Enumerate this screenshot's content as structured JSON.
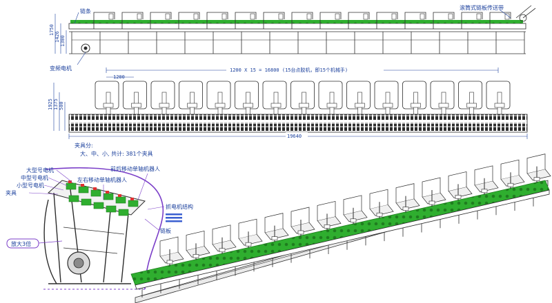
{
  "elevation": {
    "chain_label": "链条",
    "conveyor_label": "滚筒式链板传送带",
    "motor_label": "变频电机",
    "height_dims": [
      "1750",
      "1426",
      "1300"
    ]
  },
  "plan": {
    "total_dim": "1200 X 15 = 16800 (15台点胶机，即15个机械手)",
    "pitch_dim": "1200",
    "overall_dim": "19640",
    "height_dims": [
      "1925",
      "1375",
      "500"
    ],
    "fixture_title": "夹具分:",
    "fixture_types": "大、中、小,  共计: 381个夹具"
  },
  "detail": {
    "labels": {
      "large_motor": "大型号电机",
      "medium_motor": "中型号电机",
      "small_motor": "小型号电机",
      "fixture": "夹具",
      "front_rear_manipulator": "前后移动单轴机器人",
      "left_right_manipulator": "左右移动单轴机器人",
      "grab_mechanism": "抓电机结构",
      "chain_plate": "链板",
      "magnify": "放大3倍"
    }
  },
  "colors": {
    "line": "#2c2c2c",
    "label_blue": "#1a3f9c",
    "accent_purple": "#7b3fc8",
    "green": "#2fae2f",
    "green_dark": "#1f7d1f"
  }
}
